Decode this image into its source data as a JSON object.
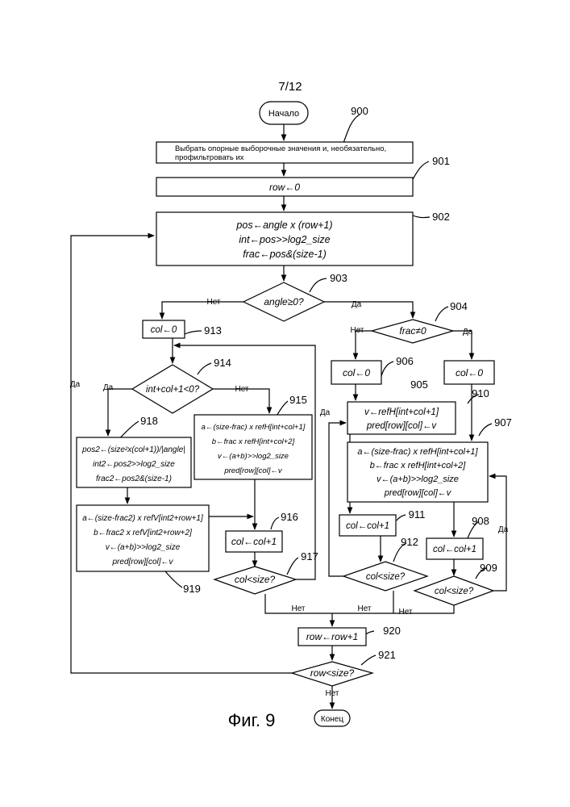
{
  "sheet": "7/12",
  "figure_caption": "Фиг. 9",
  "start": "Начало",
  "end": "Конец",
  "branch_yes": "Да",
  "branch_no": "Нет",
  "ref_numbers": {
    "n900": "900",
    "n901": "901",
    "n902": "902",
    "n903": "903",
    "n904": "904",
    "n905": "905",
    "n906": "906",
    "n907": "907",
    "n908": "908",
    "n909": "909",
    "n910": "910",
    "n911": "911",
    "n912": "912",
    "n913": "913",
    "n914": "914",
    "n915": "915",
    "n916": "916",
    "n917": "917",
    "n918": "918",
    "n919": "919",
    "n920": "920",
    "n921": "921"
  },
  "steps": {
    "s900": {
      "line1": "Выбрать опорные выборочные значения и, необязательно,",
      "line2": "профильтровать их"
    },
    "s901": "row←0",
    "s902": {
      "line1": "pos←angle x (row+1)",
      "line2": "int←pos>>log2_size",
      "line3": "frac←pos&(size-1)"
    },
    "s903": "angle≥0?",
    "s904": "frac≠0",
    "s905": "col←0",
    "s906": "col←0",
    "s907": {
      "line1": "a←(size-frac) x refH[int+col+1]",
      "line2": "b←frac x refH[int+col+2]",
      "line3": "v←(a+b)>>log2_size",
      "line4": "pred[row][col]←v"
    },
    "s908": "col←col+1",
    "s909": "col<size?",
    "s910": {
      "line1": "v←refH[int+col+1]",
      "line2": "pred[row][col]←v"
    },
    "s911": "col←col+1",
    "s912": "col<size?",
    "s913": "col←0",
    "s914": "int+col+1<0?",
    "s915": {
      "line1": "a←(size-frac) x refH[int+col+1]",
      "line2": "b←frac x refH[int+col+2]",
      "line3": "v←(a+b)>>log2_size",
      "line4": "pred[row][col]←v"
    },
    "s916": "col←col+1",
    "s917": "col<size?",
    "s918": {
      "line1": "pos2←(size²x(col+1))/|angle|",
      "line2": "int2←pos2>>log2_size",
      "line3": "frac2←pos2&(size-1)"
    },
    "s919": {
      "line1": "a←(size-frac2) x refV[int2+row+1]",
      "line2": "b←frac2 x refV[int2+row+2]",
      "line3": "v←(a+b)>>log2_size",
      "line4": "pred[row][col]←v"
    },
    "s920": "row←row+1",
    "s921": "row<size?"
  }
}
